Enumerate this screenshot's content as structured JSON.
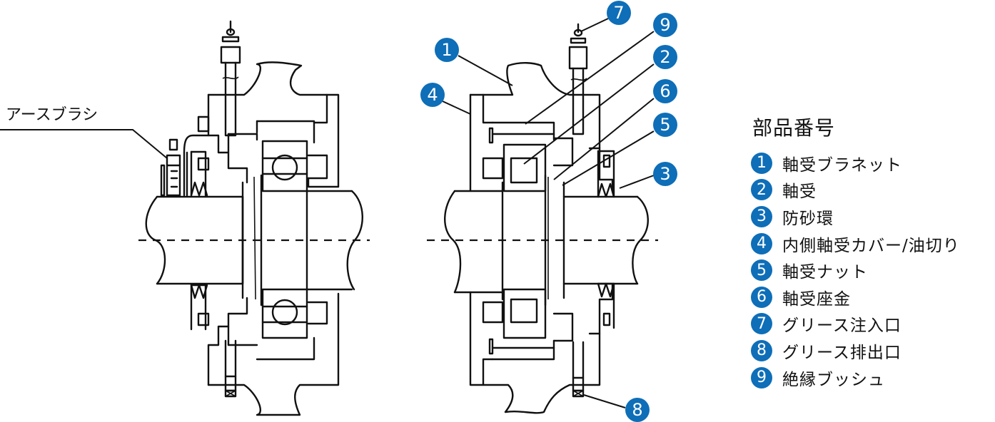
{
  "title": "部品番号",
  "annotation": {
    "earth_brush": "アースブラシ"
  },
  "accent_color": "#0e6eb8",
  "parts": [
    {
      "number": "1",
      "label": "軸受ブラネット"
    },
    {
      "number": "2",
      "label": "軸受"
    },
    {
      "number": "3",
      "label": "防砂環"
    },
    {
      "number": "4",
      "label": "内側軸受カバー/油切り"
    },
    {
      "number": "5",
      "label": "軸受ナット"
    },
    {
      "number": "6",
      "label": "軸受座金"
    },
    {
      "number": "7",
      "label": "グリース注入口"
    },
    {
      "number": "8",
      "label": "グリース排出口"
    },
    {
      "number": "9",
      "label": "絶縁ブッシュ"
    }
  ]
}
